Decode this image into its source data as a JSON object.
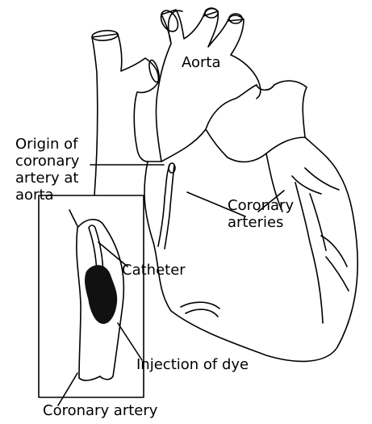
{
  "labels": {
    "aorta": "Aorta",
    "origin_line1": "Origin of",
    "origin_line2": "coronary",
    "origin_line3": "artery at",
    "origin_line4": "aorta",
    "coronary_arteries_line1": "Coronary",
    "coronary_arteries_line2": "arteries",
    "catheter": "Catheter",
    "injection": "Injection of dye",
    "coronary_artery": "Coronary artery"
  }
}
